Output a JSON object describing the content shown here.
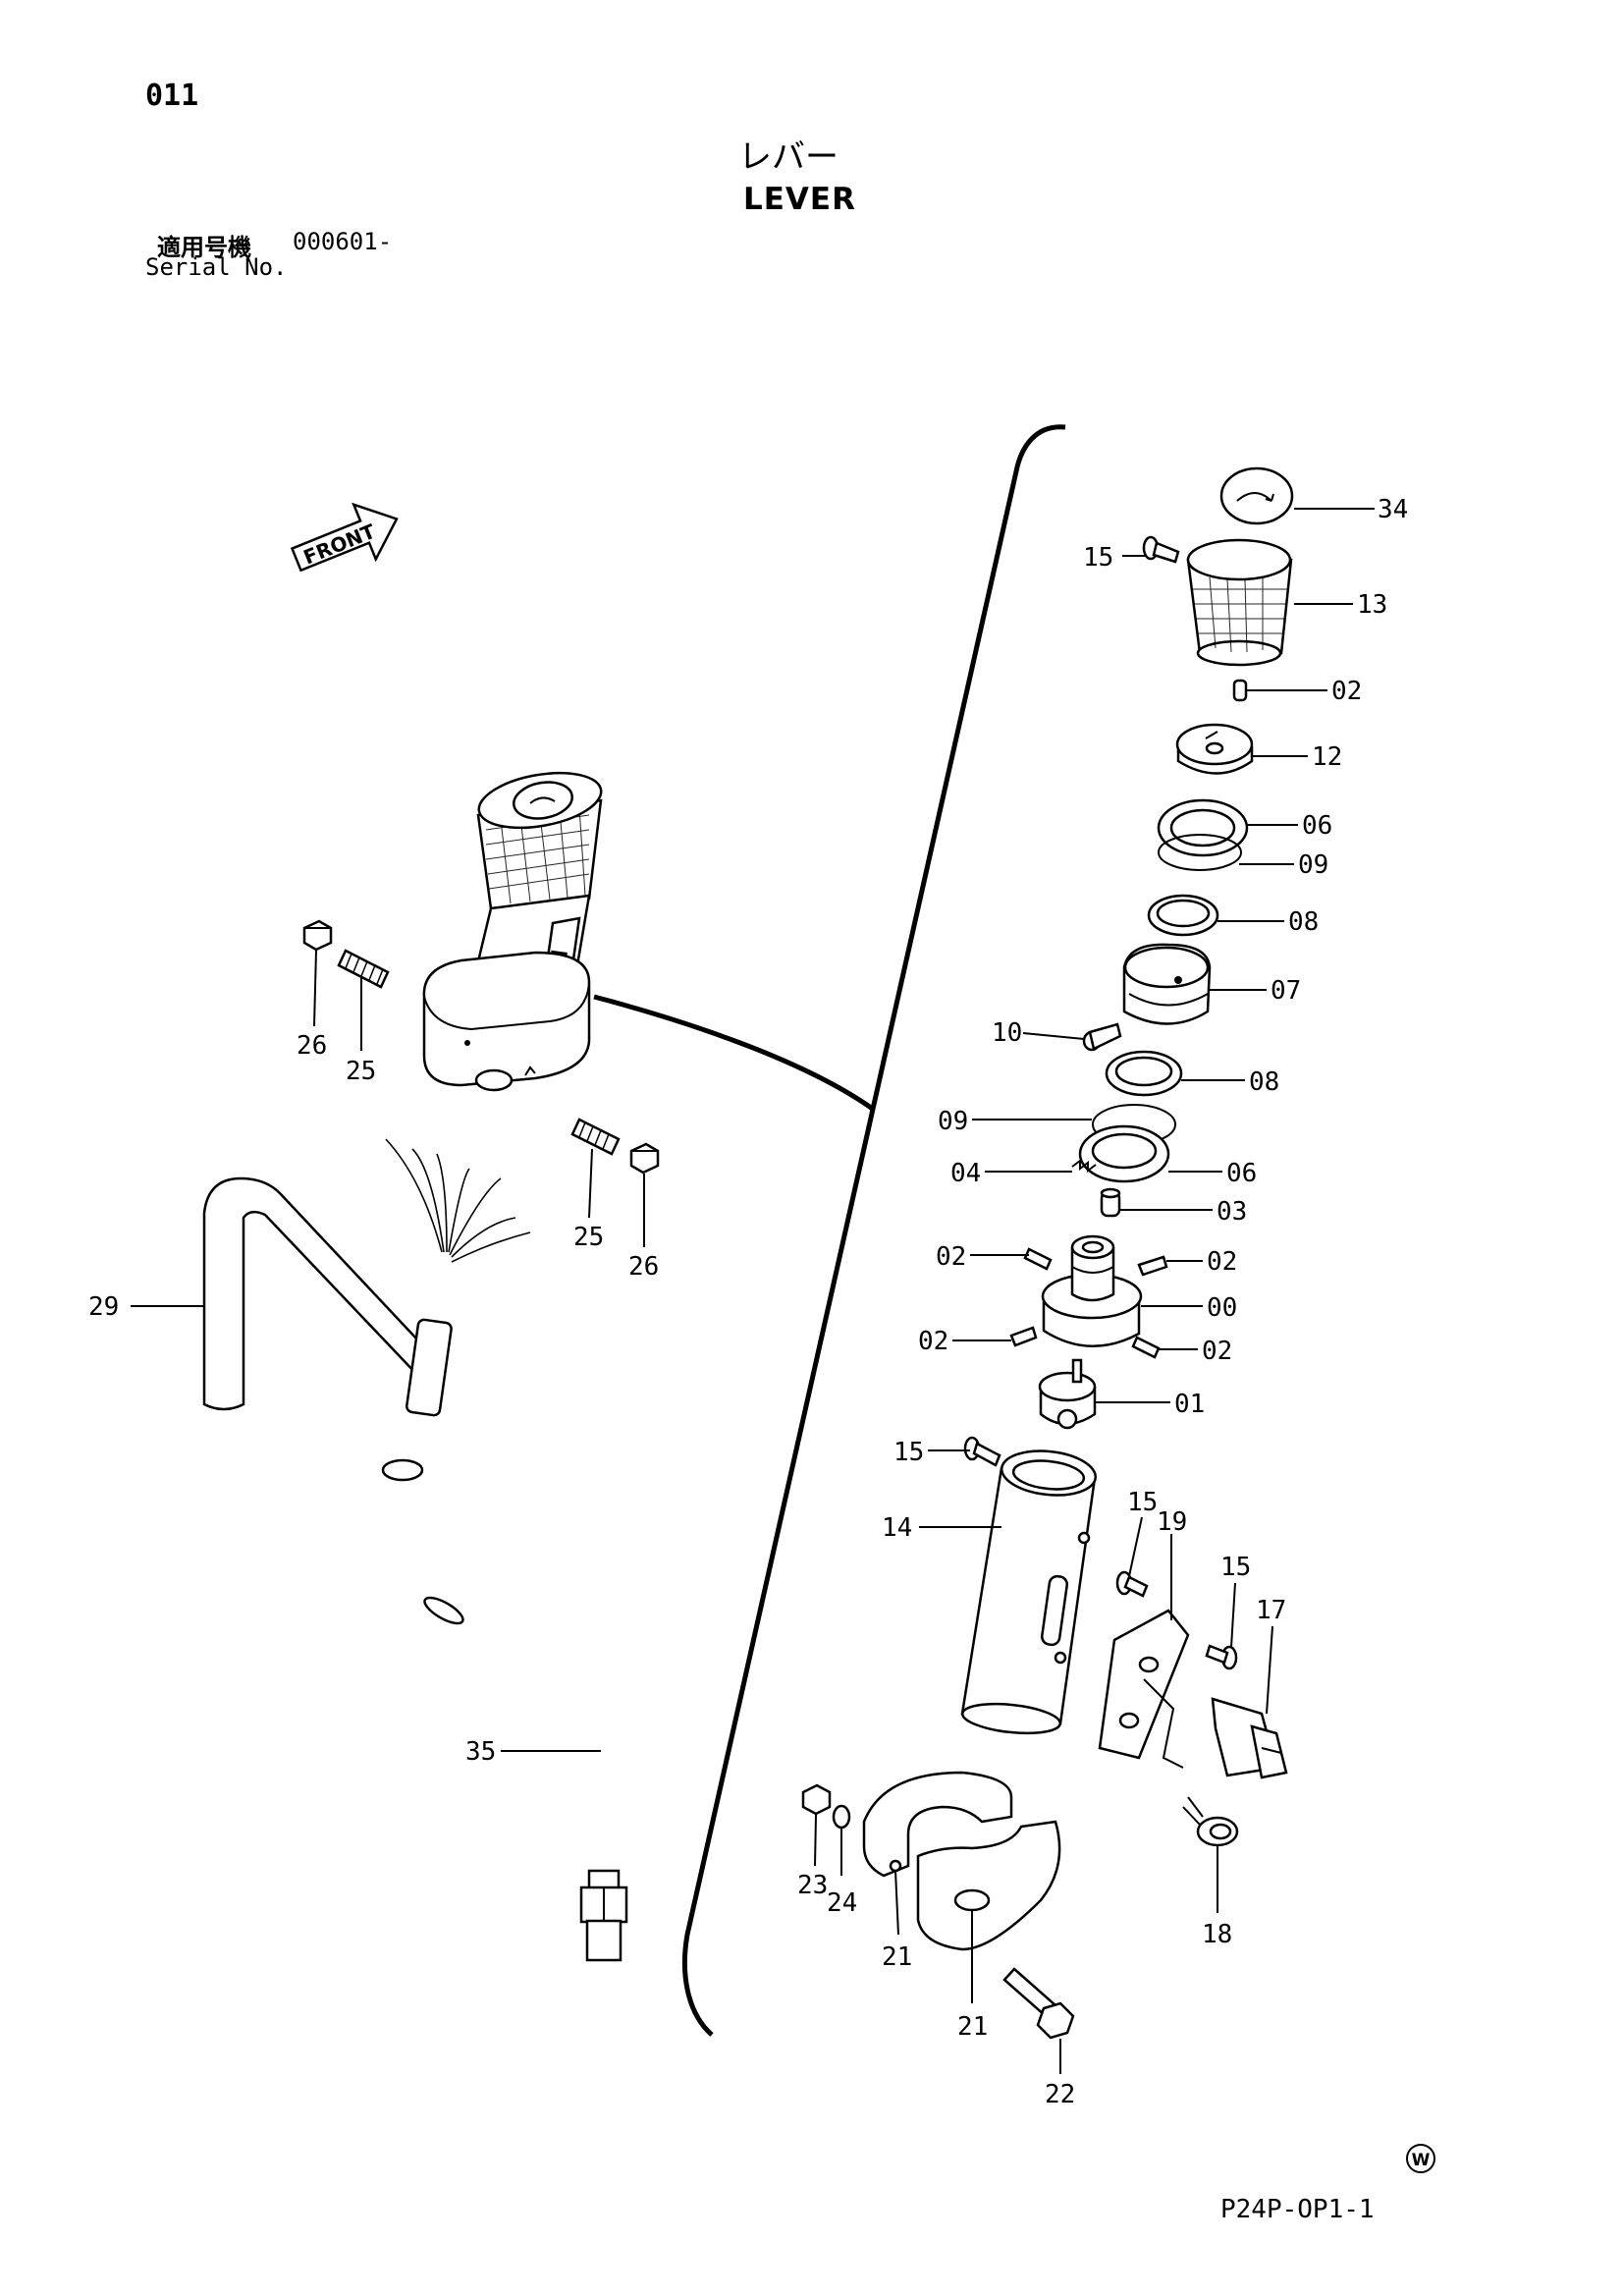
{
  "header": {
    "page_no": "011",
    "title_jp": "レバー",
    "title_en": "LEVER",
    "serial_label_jp": "適用号機",
    "serial_value": "000601-",
    "serial_label_en": "Serial No."
  },
  "front_marker": "FRONT",
  "callouts": [
    "34",
    "15",
    "13",
    "02",
    "12",
    "06",
    "09",
    "08",
    "07",
    "10",
    "08",
    "09",
    "04",
    "06",
    "03",
    "02",
    "02",
    "00",
    "02",
    "02",
    "01",
    "15",
    "14",
    "15",
    "19",
    "15",
    "17",
    "18",
    "23",
    "24",
    "21",
    "21",
    "22",
    "26",
    "25",
    "25",
    "26",
    "29",
    "35"
  ],
  "footer": {
    "mark": "W",
    "drawing_code": "P24P-OP1-1"
  }
}
